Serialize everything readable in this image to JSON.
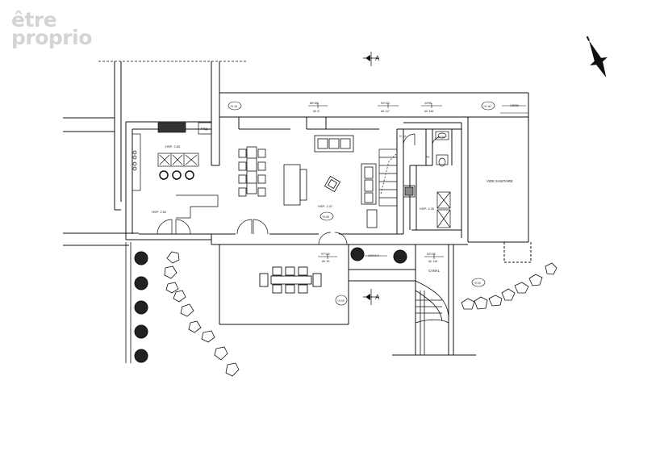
{
  "watermark": {
    "line1": "être",
    "line2": "proprio"
  },
  "section_markers": {
    "top": "A",
    "bottom": "A"
  },
  "levels": {
    "terrace_left": "+0.14",
    "terrace_right": "+0.16",
    "living": "+0.00",
    "terrace_lower": "+0.03",
    "outside_right": "+0.03"
  },
  "rooms": {
    "kitchen": "HSP: 2.60",
    "dining": "HSP: 2.52",
    "living": "HSP: 2.47",
    "bath": "HSP: 2.30",
    "crawl_space": "VIDE SANITAIRE",
    "canal": "CANAL",
    "fridge": "Frig."
  },
  "windows": {
    "w1": {
      "size": "86*186",
      "sill": "All. 8"
    },
    "w2": {
      "size": "94*103",
      "sill": "All. 117"
    },
    "w3": {
      "size": "44*56",
      "sill": "All. 164"
    },
    "w4": {
      "size": "135*56",
      "sill": ""
    },
    "w5": {
      "size": "97*160",
      "sill": "All. 90"
    },
    "w6": {
      "size": "100*10.0",
      "sill": ""
    },
    "w7": {
      "size": "54*139",
      "sill": "All. 116"
    }
  },
  "small_labels": {
    "b1": "H. 54",
    "b2": "H. 64",
    "b3": "PE"
  },
  "colors": {
    "lines": "#111111",
    "watermark": "#d4d4d4"
  }
}
